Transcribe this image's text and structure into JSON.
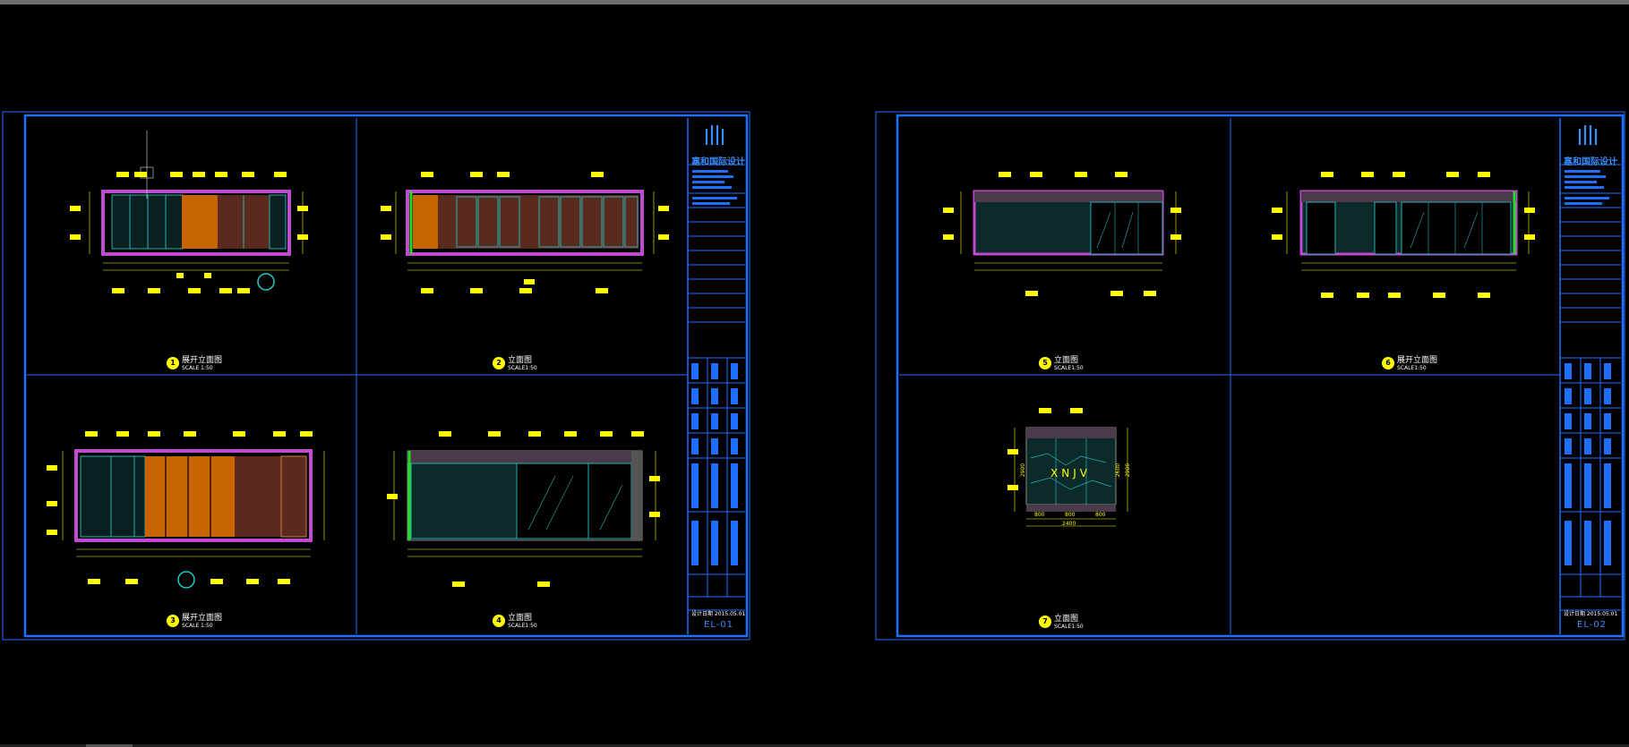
{
  "colors": {
    "background": "#000000",
    "frame": "#1e6fff",
    "tag_fill": "#ffff00",
    "outline": "#c04ad0",
    "wood": "#c86400",
    "glass": "#22b3b3",
    "brown_wall": "#5a2a1e"
  },
  "sheets": [
    {
      "sheet_no": "EL-01",
      "company": "嘉和国际设计",
      "date_note": "设计日期 2015.05.01",
      "views": [
        {
          "no": "1",
          "title": "展开立面图",
          "scale": "SCALE 1:50"
        },
        {
          "no": "2",
          "title": "立面图",
          "scale": "SCALE1:50"
        },
        {
          "no": "3",
          "title": "展开立面图",
          "scale": "SCALE 1:50"
        },
        {
          "no": "4",
          "title": "立面图",
          "scale": "SCALE1:50"
        }
      ]
    },
    {
      "sheet_no": "EL-02",
      "company": "嘉和国际设计",
      "date_note": "设计日期 2015.05.01",
      "views": [
        {
          "no": "5",
          "title": "立面图",
          "scale": "SCALE1:50"
        },
        {
          "no": "6",
          "title": "展开立面图",
          "scale": "SCALE1:50"
        },
        {
          "no": "7",
          "title": "立面图",
          "scale": "SCALE1:50"
        }
      ],
      "room_mark": "XNJV",
      "dims": {
        "bottom": [
          "800",
          "800",
          "800"
        ],
        "total": "2400",
        "left": "2900",
        "right_a": "2600",
        "right_b": "2900"
      }
    }
  ]
}
